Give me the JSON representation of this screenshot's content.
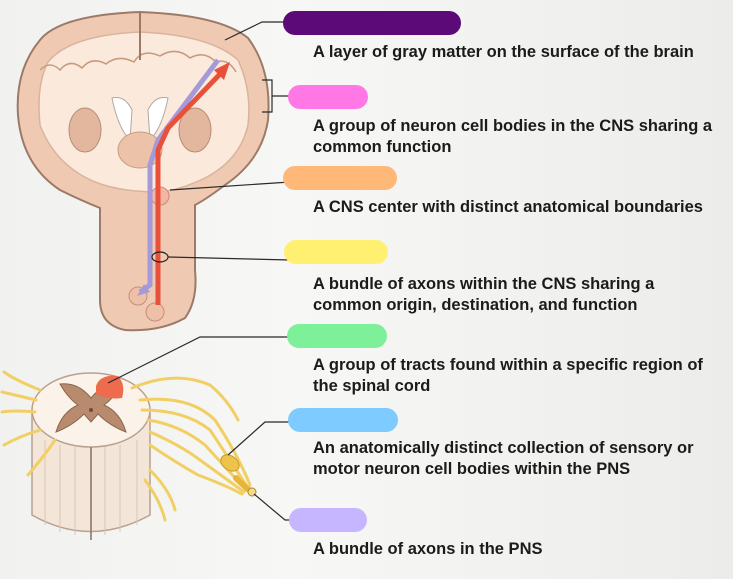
{
  "labels": [
    {
      "id": "cortex",
      "description": "A layer of gray matter on the surface of the brain",
      "highlight_color": "#5c0a78"
    },
    {
      "id": "center",
      "description": "A group of neuron cell bodies in the CNS sharing a common function",
      "highlight_color": "#ff78e6"
    },
    {
      "id": "nucleus",
      "description": "A CNS center with distinct anatomical boundaries",
      "highlight_color": "#ffb877"
    },
    {
      "id": "tract",
      "description": "A bundle of axons within the CNS sharing a common origin, destination, and function",
      "highlight_color": "#fff072"
    },
    {
      "id": "column",
      "description": "A group of tracts found within a specific region of the spinal cord",
      "highlight_color": "#7ef09a"
    },
    {
      "id": "ganglion",
      "description": "An anatomically distinct collection of sensory or motor neuron cell bodies within the PNS",
      "highlight_color": "#7ecbff"
    },
    {
      "id": "nerve",
      "description": "A bundle of axons in the PNS",
      "highlight_color": "#c5b6ff"
    }
  ],
  "colors": {
    "brain_tissue": "#f0c9b2",
    "brain_outline": "#9b7a68",
    "white_matter": "#fbe9dc",
    "ascending_tract": "#e8503a",
    "descending_tract": "#a49ad8",
    "nerve_fiber": "#f2cf62",
    "gray_matter": "#b98b6e"
  }
}
